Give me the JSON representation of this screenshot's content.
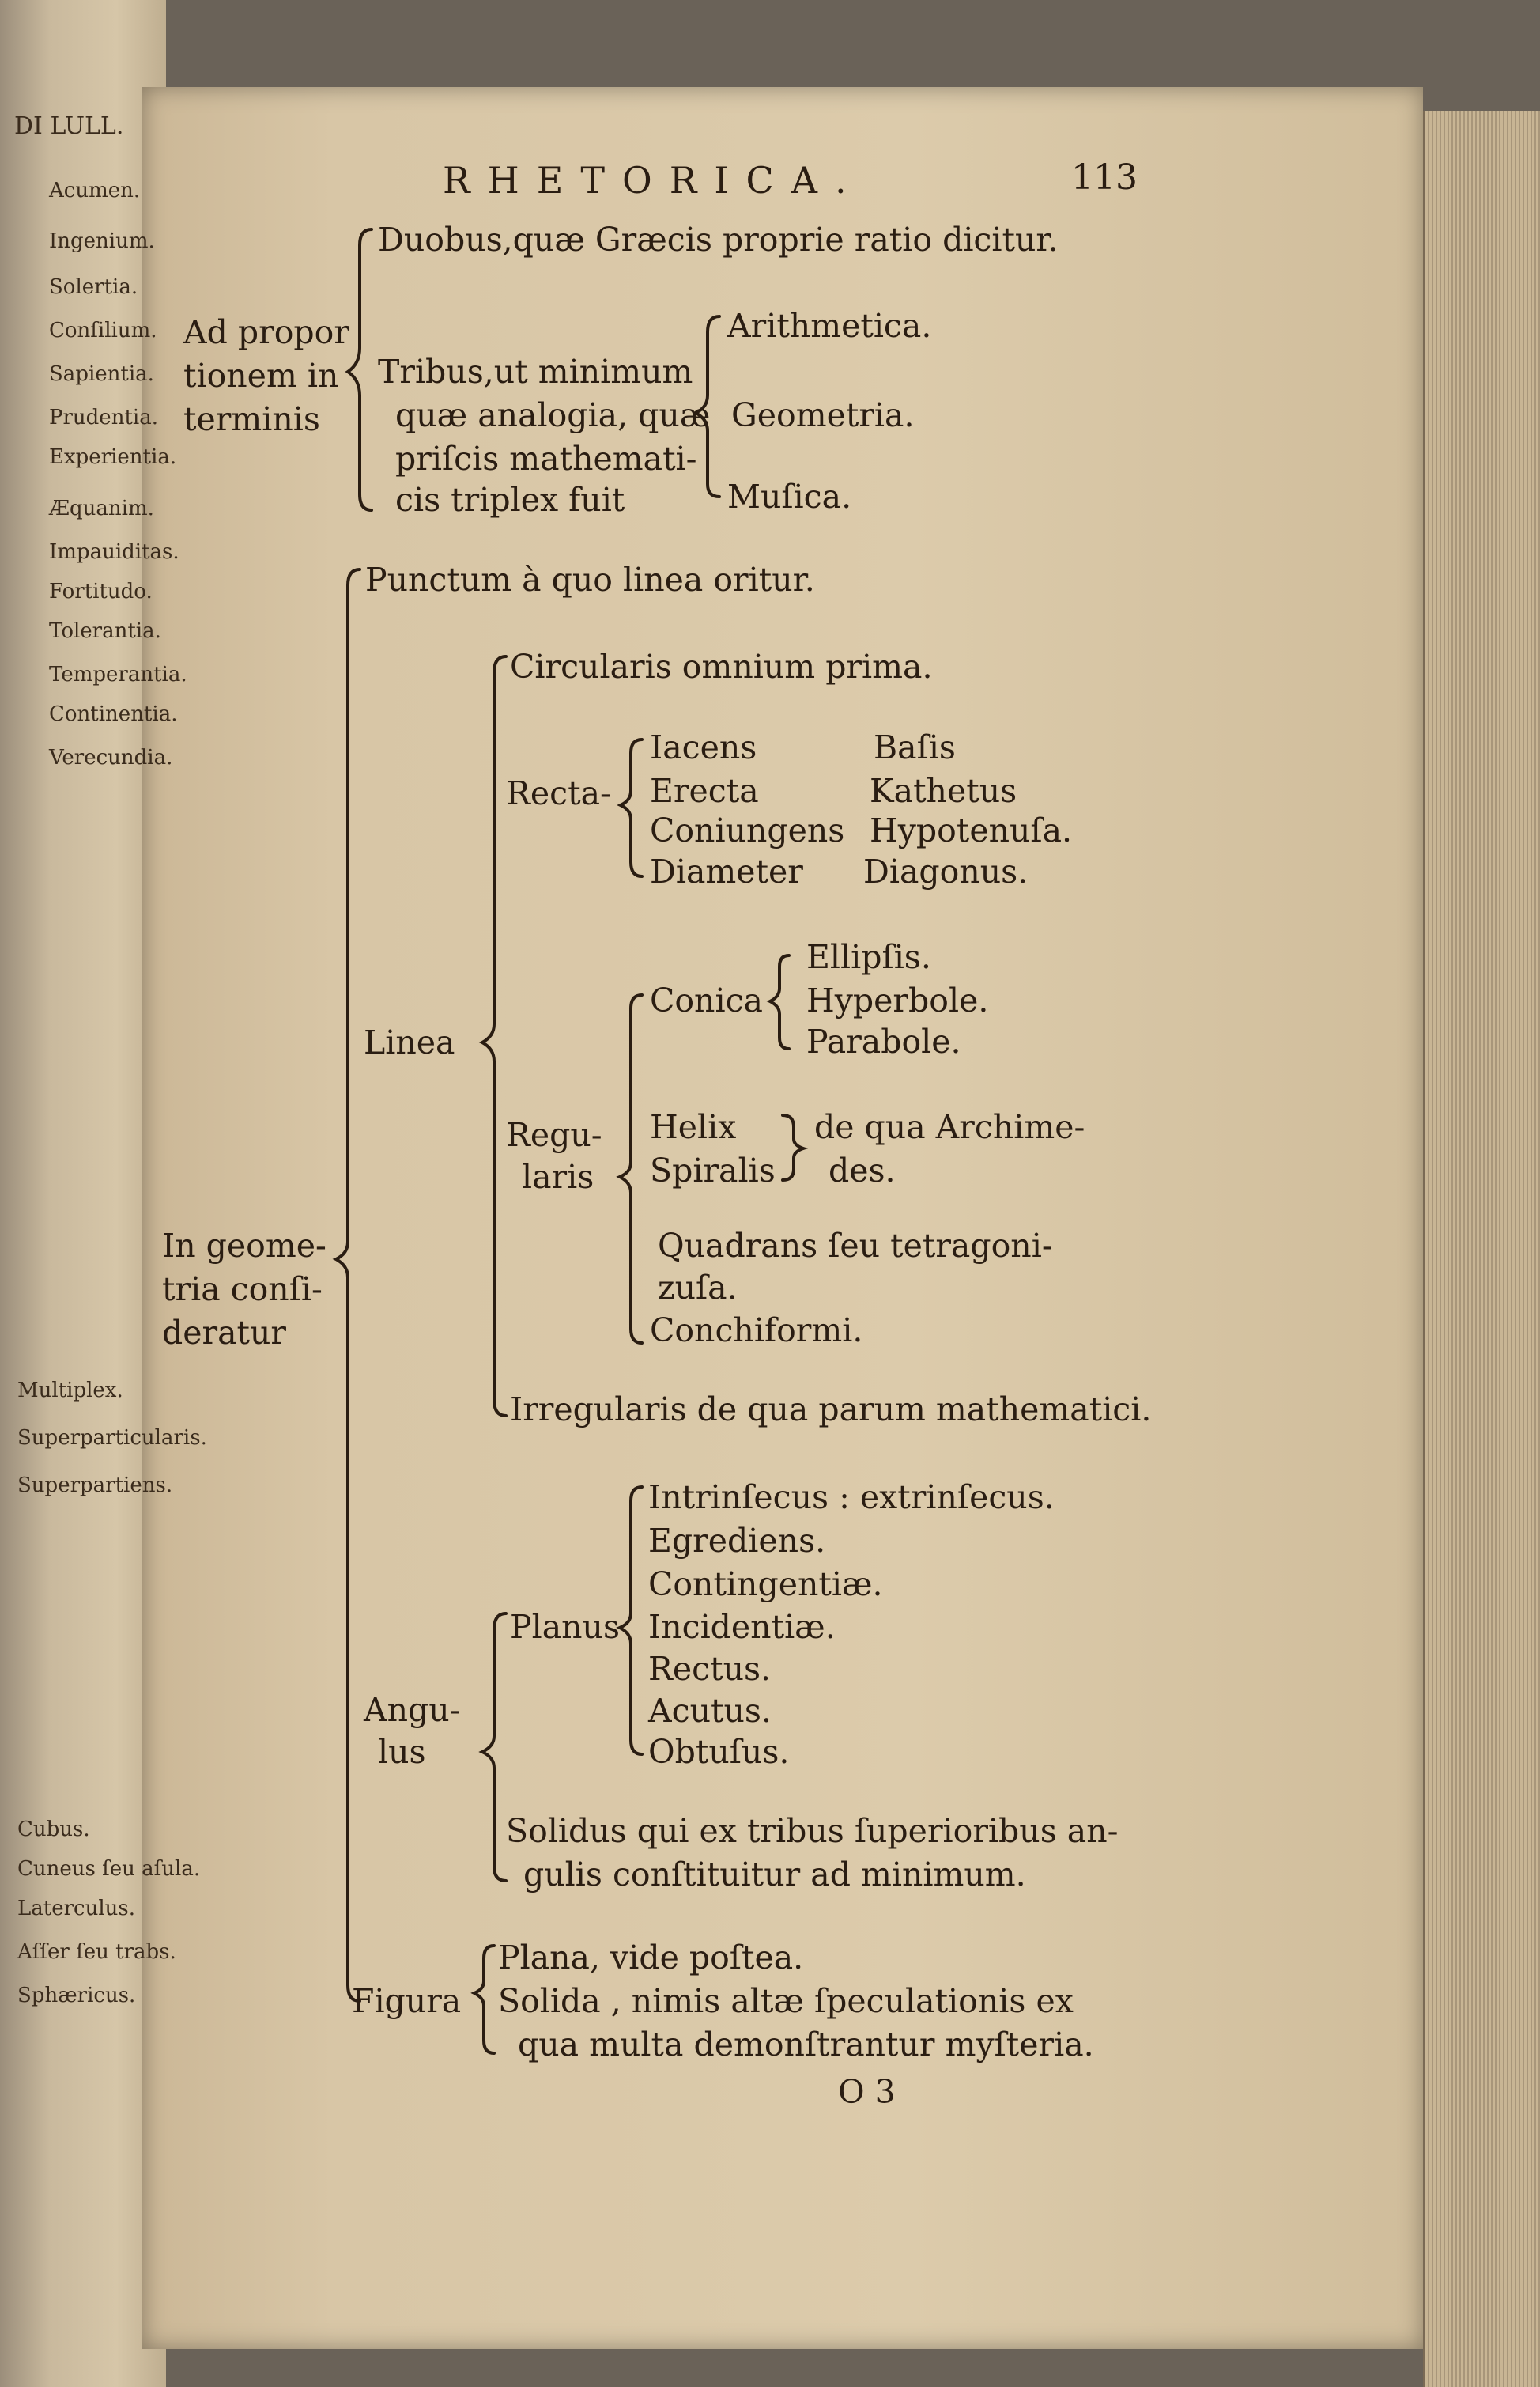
{
  "page": {
    "running_head": "RHETORICA.",
    "page_number": "113",
    "signature": "O 3"
  },
  "proportion": {
    "label_lines": [
      "Ad propor",
      "tionem in",
      "terminis"
    ],
    "first": "Duobus,quæ Græcis proprie ratio dicitur.",
    "second_lines": [
      "Tribus,ut minimum",
      "quæ analogia, quæ",
      "priſcis mathemati-",
      "cis triplex fuit"
    ],
    "kinds": [
      "Arithmetica.",
      "Geometria.",
      "Muſica."
    ]
  },
  "geometry": {
    "label_lines": [
      "In geome-",
      "tria conſi-",
      "deratur"
    ],
    "punctum": "Punctum à quo linea oritur.",
    "linea": {
      "label": "Linea",
      "circularis": "Circularis omnium prima.",
      "recta": {
        "label": "Recta-",
        "left": [
          "Iacens",
          "Erecta",
          "Coniungens",
          "Diameter"
        ],
        "right": [
          "Baſis",
          "Kathetus",
          "Hypotenuſa.",
          "Diagonus."
        ]
      },
      "regularis": {
        "label_lines": [
          "Regu-",
          "laris"
        ],
        "conica": {
          "label": "Conica",
          "items": [
            "Ellipſis.",
            "Hyperbole.",
            "Parabole."
          ]
        },
        "helix": "Helix",
        "spiralis": "Spiralis",
        "archimedes_lines": [
          "de qua Archime-",
          "des."
        ],
        "quadrans_lines": [
          "Quadrans ſeu tetragoni-",
          "zuſa."
        ],
        "conchiformi": "Conchiformi."
      },
      "irregularis": "Irregularis de qua parum mathematici."
    },
    "angulus": {
      "label_lines": [
        "Angu-",
        "lus"
      ],
      "planus": {
        "label": "Planus",
        "items": [
          "Intrinſecus : extrinſecus.",
          "Egrediens.",
          "Contingentiæ.",
          "Incidentiæ.",
          "Rectus.",
          "Acutus.",
          "Obtuſus."
        ]
      },
      "solidus_lines": [
        "Solidus qui ex tribus ſuperioribus an-",
        "gulis conſtituitur ad minimum."
      ]
    },
    "figura": {
      "label": "Figura",
      "items": [
        "Plana, vide poſtea.",
        "Solida , nimis altæ ſpeculationis ex",
        "qua multa demonſtrantur myſteria."
      ]
    }
  },
  "margin_fragments": [
    "DI LULL.",
    "Acumen.",
    "Ingenium.",
    "Solertia.",
    "Conſilium.",
    "Sapientia.",
    "Prudentia.",
    "Experientia.",
    "Æquanim.",
    "Impauiditas.",
    "Fortitudo.",
    "Tolerantia.",
    "Temperantia.",
    "Continentia.",
    "Verecundia.",
    "Multiplex.",
    "Superparticularis.",
    "Superpartiens.",
    "Cubus.",
    "Cuneus ſeu aſula.",
    "Laterculus.",
    "Aſſer ſeu trabs.",
    "Sphæricus."
  ]
}
